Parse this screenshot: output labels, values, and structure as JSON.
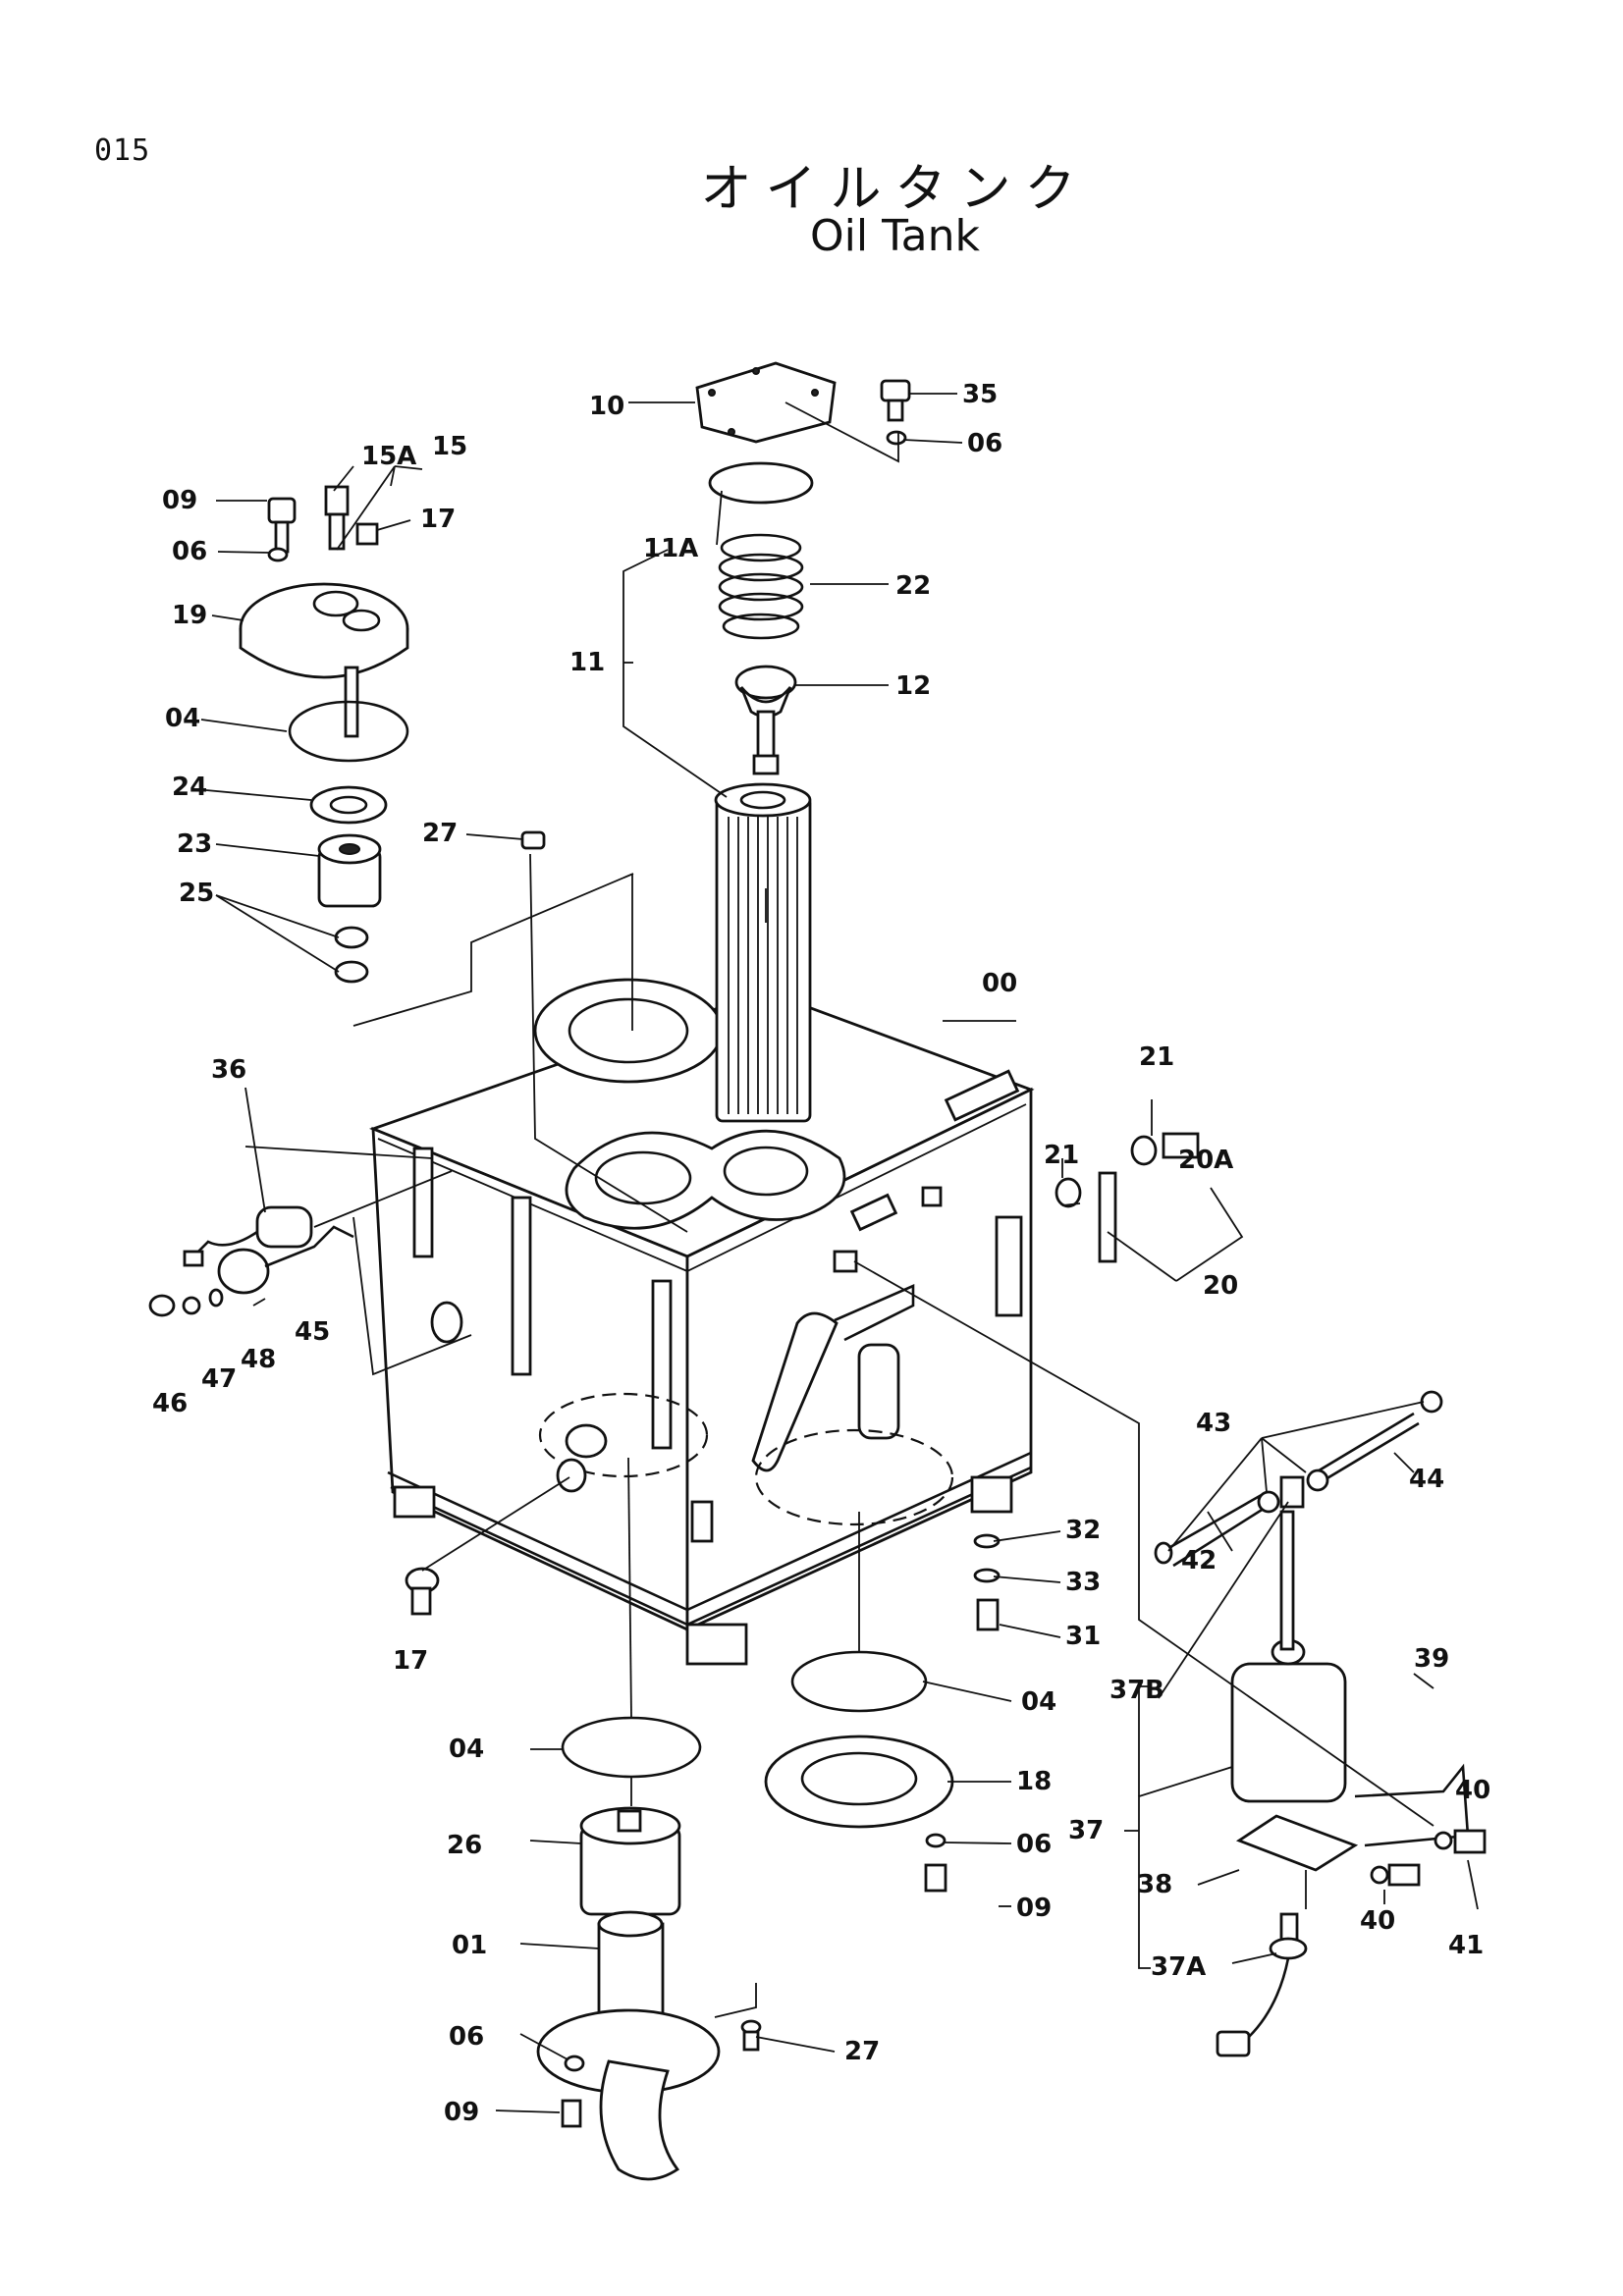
{
  "page_number": "015",
  "title_jp": "オイルタンク",
  "title_en": "Oil Tank",
  "callouts": {
    "c00": "00",
    "c01": "01",
    "c04a": "04",
    "c04b": "04",
    "c04c": "04",
    "c06a": "06",
    "c06b": "06",
    "c06c": "06",
    "c06d": "06",
    "c09a": "09",
    "c09b": "09",
    "c09c": "09",
    "c10": "10",
    "c11": "11",
    "c11A": "11A",
    "c12": "12",
    "c15": "15",
    "c15A": "15A",
    "c17a": "17",
    "c17b": "17",
    "c18": "18",
    "c19": "19",
    "c20": "20",
    "c20A": "20A",
    "c21a": "21",
    "c21b": "21",
    "c22": "22",
    "c23": "23",
    "c24": "24",
    "c25": "25",
    "c26": "26",
    "c27a": "27",
    "c27b": "27",
    "c31": "31",
    "c32": "32",
    "c33": "33",
    "c35": "35",
    "c36": "36",
    "c37": "37",
    "c37A": "37A",
    "c37B": "37B",
    "c38": "38",
    "c39": "39",
    "c40a": "40",
    "c40b": "40",
    "c41": "41",
    "c42": "42",
    "c43": "43",
    "c44": "44",
    "c45": "45",
    "c46": "46",
    "c47": "47",
    "c48": "48"
  }
}
